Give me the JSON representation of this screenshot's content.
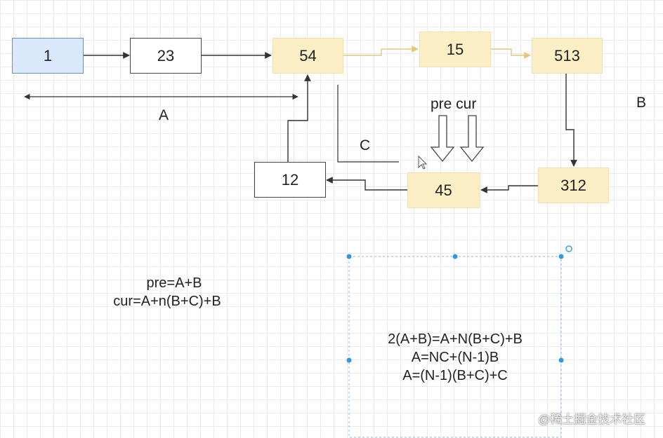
{
  "nodes": {
    "n1": "1",
    "n23": "23",
    "n54": "54",
    "n15": "15",
    "n513": "513",
    "n312": "312",
    "n45": "45",
    "n12": "12"
  },
  "labels": {
    "a": "A",
    "b": "B",
    "c": "C",
    "pre_cur": "pre cur"
  },
  "formulas_left": [
    "pre=A+B",
    "cur=A+n(B+C)+B"
  ],
  "formulas_right": [
    "2(A+B)=A+N(B+C)+B",
    "A=NC+(N-1)B",
    "A=(N-1)(B+C)+C"
  ],
  "watermark": "@稀土掘金技术社区",
  "colors": {
    "plain_node": "#ffffff",
    "highlight_node": "#fcefc6",
    "start_node": "#dae8fc",
    "selection_handle": "#3399dd"
  }
}
